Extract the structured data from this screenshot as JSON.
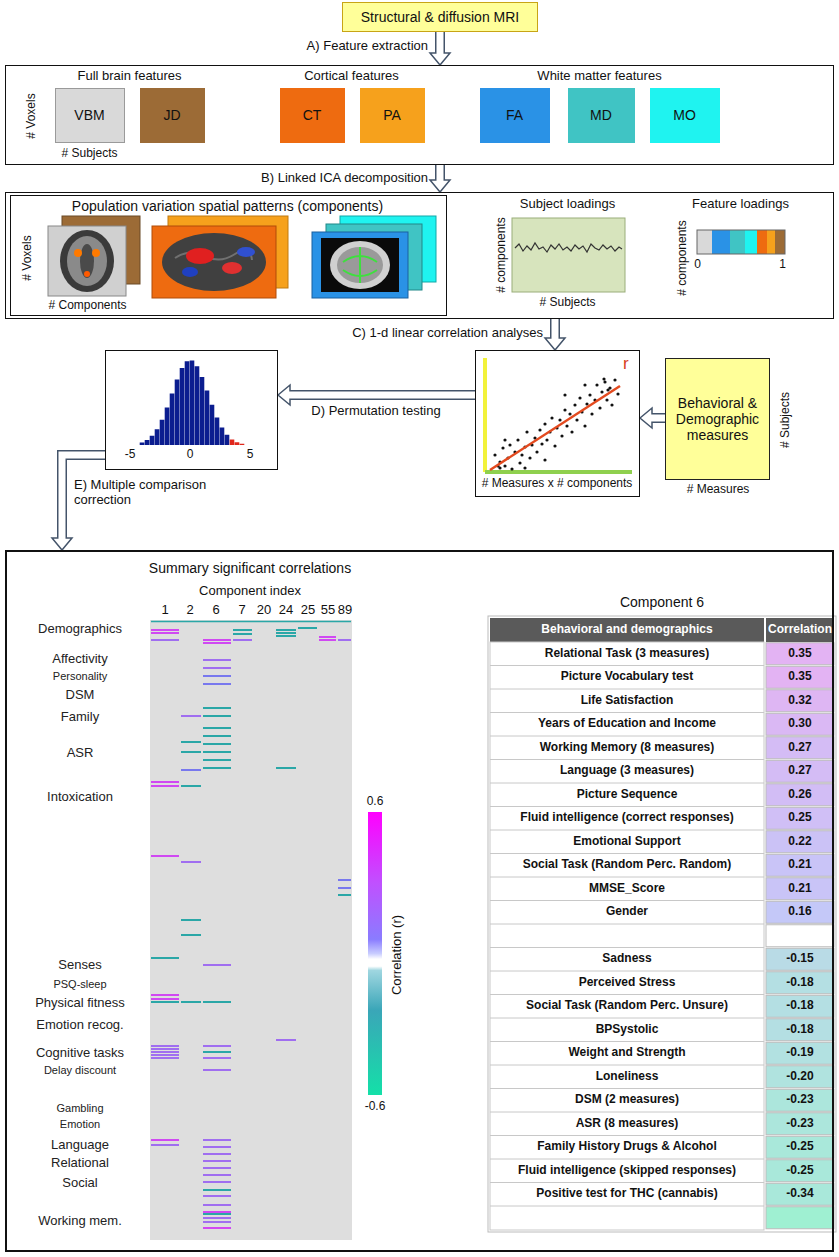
{
  "diagram": {
    "nodes": [
      {
        "text": [
          "Structural & diffusion MRI"
        ]
      },
      {
        "text": [
          "Full brain features",
          "Cortical features",
          "White matter features",
          "# Voxels",
          "# Subjects"
        ]
      },
      {
        "text": [
          "VBM"
        ],
        "in": 1
      },
      {
        "text": [
          "JD"
        ],
        "in": 1
      },
      {
        "text": [
          "CT"
        ],
        "in": 1
      },
      {
        "text": [
          "PA"
        ],
        "in": 1
      },
      {
        "text": [
          "FA"
        ],
        "in": 1
      },
      {
        "text": [
          "MD"
        ],
        "in": 1
      },
      {
        "text": [
          "MO"
        ],
        "in": 1
      },
      {
        "text": [
          "Subject loadings",
          "# components",
          "# Subjects",
          "Feature loadings",
          "# components",
          "0",
          "1"
        ]
      },
      {
        "text": [
          "Population variation spatial patterns (components)",
          "# Voxels",
          "# Components"
        ],
        "in": 9
      },
      {
        "text": [
          "-5",
          "0",
          "5"
        ]
      },
      {
        "text": [
          "r",
          "# Measures x # components"
        ]
      },
      {
        "text": [
          "Behavioral & Demographic measures",
          "# Subjects",
          "# Measures"
        ]
      },
      {
        "text": [
          "Summary significant correlations",
          "Component index",
          "Component 6"
        ]
      }
    ],
    "edges": [
      {
        "from": 0,
        "to": 1,
        "arrow": "to",
        "label": "A) Feature extraction"
      },
      {
        "from": 1,
        "to": 9,
        "arrow": "to",
        "label": "B) Linked ICA decomposition"
      },
      {
        "from": 9,
        "to": 12,
        "arrow": "to",
        "label": "C) 1-d linear correlation analyses"
      },
      {
        "from": 13,
        "to": 12,
        "arrow": "to"
      },
      {
        "from": 12,
        "to": 11,
        "arrow": "to",
        "label": "D) Permutation testing"
      },
      {
        "from": 11,
        "to": 14,
        "arrow": "to",
        "label": "E) Multiple comparison correction"
      }
    ],
    "labels": [
      "1",
      "2",
      "6",
      "7",
      "20",
      "24",
      "25",
      "55",
      "89",
      "Demographics",
      "Affectivity",
      "Personality",
      "DSM",
      "Family",
      "ASR",
      "Intoxication",
      "Senses",
      "PSQ-sleep",
      "Physical fitness",
      "Emotion recog.",
      "Cognitive tasks",
      "Delay discount",
      "Gambling",
      "Emotion",
      "Language",
      "Relational",
      "Social",
      "Working mem.",
      "0.6",
      "-0.6",
      "Correlation (r)",
      "Behavioral and demographics",
      "Correlation",
      "Relational Task (3 measures)",
      "0.35",
      "Picture Vocabulary test",
      "0.35",
      "Life Satisfaction",
      "0.32",
      "Years of Education and Income",
      "0.30",
      "Working Memory (8 measures)",
      "0.27",
      "Language (3 measures)",
      "0.27",
      "Picture Sequence",
      "0.26",
      "Fluid intelligence (correct responses)",
      "0.25",
      "Emotional Support",
      "0.22",
      "Social Task (Random Perc. Random)",
      "0.21",
      "MMSE_Score",
      "0.21",
      "Gender",
      "0.16",
      "Sadness",
      "-0.15",
      "Perceived Stress",
      "-0.18",
      "Social Task (Random Perc. Unsure)",
      "-0.18",
      "BPSystolic",
      "-0.18",
      "Weight and Strength",
      "-0.19",
      "Loneliness",
      "-0.20",
      "DSM (2 measures)",
      "-0.23",
      "ASR (8 measures)",
      "-0.23",
      "Family History Drugs & Alcohol",
      "-0.25",
      "Fluid intelligence (skipped responses)",
      "-0.25",
      "Positive test for THC (cannabis)",
      "-0.34"
    ]
  }
}
